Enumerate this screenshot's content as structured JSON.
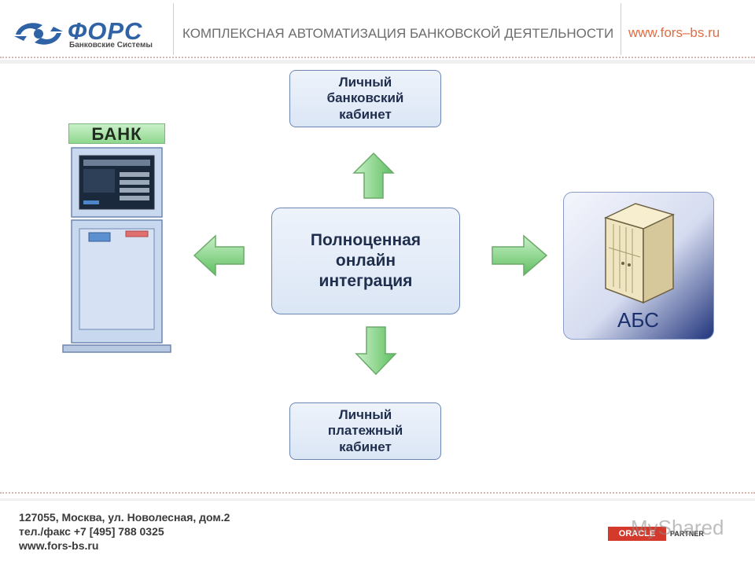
{
  "header": {
    "logo_name": "ФОРС",
    "logo_subtitle": "Банковские Системы",
    "tagline": "КОМПЛЕКСНАЯ АВТОМАТИЗАЦИЯ БАНКОВСКОЙ ДЕЯТЕЛЬНОСТИ",
    "website": "www.fors–bs.ru"
  },
  "diagram": {
    "top_box": [
      "Личный",
      "банковский",
      "кабинет"
    ],
    "center_box": [
      "Полноценная",
      "онлайн",
      "интеграция"
    ],
    "bottom_box": [
      "Личный",
      "платежный",
      "кабинет"
    ],
    "bank_label": "БАНК",
    "abs_label": "АБС"
  },
  "footer": {
    "address": "127055, Москва, ул. Новолесная, дом.2",
    "phone": "тел./факс +7 [495] 788 0325",
    "website": "www.fors-bs.ru",
    "oracle_logo": "ORACLE",
    "partner_text": "PARTNER",
    "watermark": "MyShared"
  },
  "colors": {
    "brand_blue": "#2f63a6",
    "accent_orange": "#e06d42",
    "arrow_green": "#7ed07e",
    "box_border": "#6b86b4"
  },
  "icons": [
    "fors-logo-icon",
    "kiosk-icon",
    "server-icon",
    "arrow-up-icon",
    "arrow-down-icon",
    "arrow-left-icon",
    "arrow-right-icon"
  ]
}
